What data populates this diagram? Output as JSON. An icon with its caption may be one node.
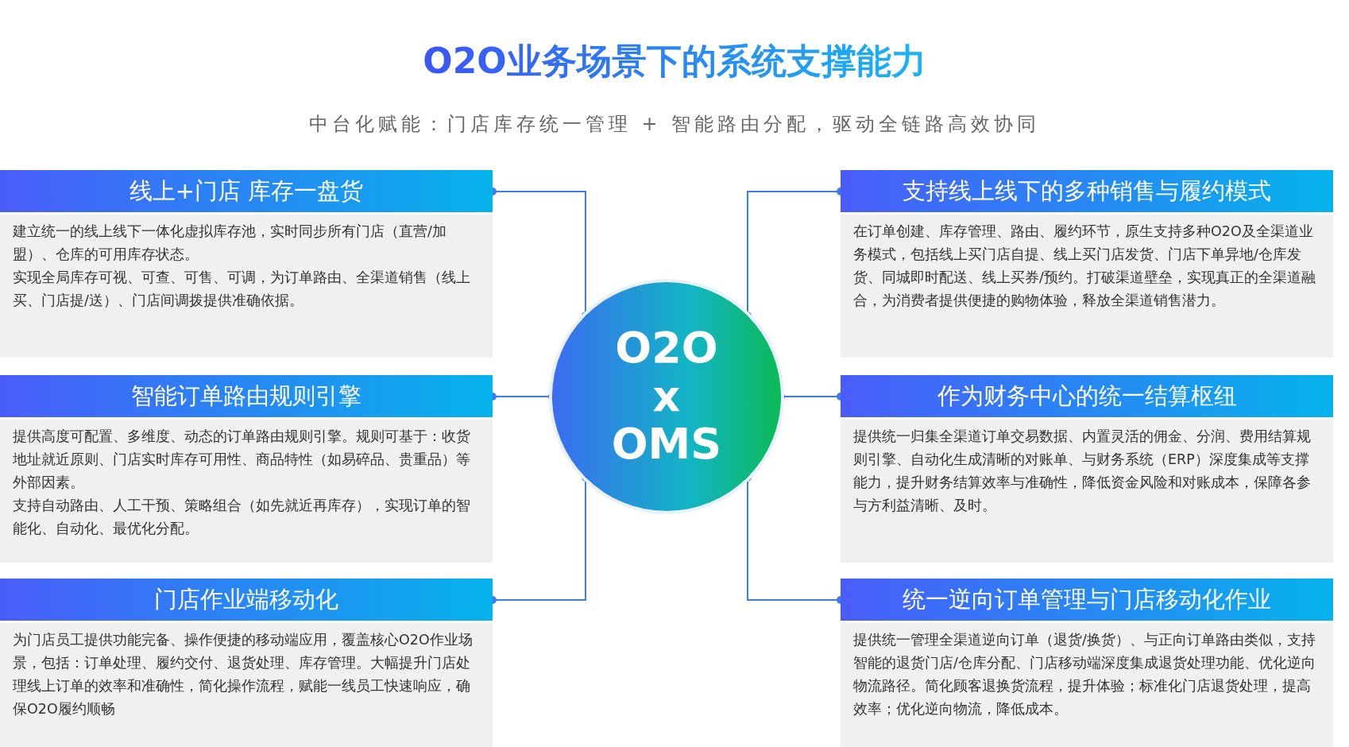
{
  "diagram": {
    "title": "O2O业务场景下的系统支撑能力",
    "nodes": [
      {
        "text": [
          "线上+门店 库存一盘货",
          "建立统一的线上线下一体化虚拟库存池，实时同步所有门店（直营/加盟）、仓库的可用库存状态。",
          "实现全局库存可视、可查、可售、可调，为订单路由、全渠道销售（线上买、门店提/送）、门店间调拨提供准确依据。"
        ]
      },
      {
        "text": [
          "智能订单路由规则引擎",
          "提供高度可配置、多维度、动态的订单路由规则引擎。规则可基于：收货地址就近原则、门店实时库存可用性、商品特性（如易碎品、贵重品）等外部因素。",
          "支持自动路由、人工干预、策略组合（如先就近再库存），实现订单的智能化、自动化、最优化分配。"
        ]
      },
      {
        "text": [
          "门店作业端移动化",
          "为门店员工提供功能完备、操作便捷的移动端应用，覆盖核心O2O作业场景，包括：订单处理、履约交付、退货处理、库存管理。大幅提升门店处理线上订单的效率和准确性，简化操作流程，赋能一线员工快速响应，确保O2O履约顺畅"
        ]
      },
      {
        "text": [
          "O2O x OMS"
        ]
      },
      {
        "text": [
          "支持线上线下的多种销售与履约模式",
          "在订单创建、库存管理、路由、履约环节，原生支持多种O2O及全渠道业务模式，包括线上买门店自提、线上买门店发货、门店下单异地/仓库发货、同城即时配送、线上买券/预约。打破渠道壁垒，实现真正的全渠道融合，为消费者提供便捷的购物体验，释放全渠道销售潜力。"
        ]
      },
      {
        "text": [
          "作为财务中心的统一结算枢纽",
          "提供统一归集全渠道订单交易数据、内置灵活的佣金、分润、费用结算规则引擎、自动化生成清晰的对账单、与财务系统（ERP）深度集成等支撑能力，提升财务结算效率与准确性，降低资金风险和对账成本，保障各参与方利益清晰、及时。"
        ]
      },
      {
        "text": [
          "统一逆向订单管理与门店移动化作业",
          "提供统一管理全渠道逆向订单（退货/换货）、与正向订单路由类似，支持智能的退货门店/仓库分配、门店移动端深度集成退货处理功能、优化逆向物流路径。简化顾客退换货流程，提升体验；标准化门店退货处理，提高效率；优化逆向物流，降低成本。"
        ]
      }
    ],
    "edges": [
      {
        "from": 0,
        "to": 3,
        "arrow": "other"
      },
      {
        "from": 1,
        "to": 3,
        "arrow": "other"
      },
      {
        "from": 2,
        "to": 3,
        "arrow": "other"
      },
      {
        "from": 4,
        "to": 3,
        "arrow": "other"
      },
      {
        "from": 5,
        "to": 3,
        "arrow": "other"
      },
      {
        "from": 6,
        "to": 3,
        "arrow": "other"
      }
    ],
    "labels": [
      "中台化赋能：门店库存统一管理 + 智能路由分配，驱动全链路高效协同"
    ]
  }
}
